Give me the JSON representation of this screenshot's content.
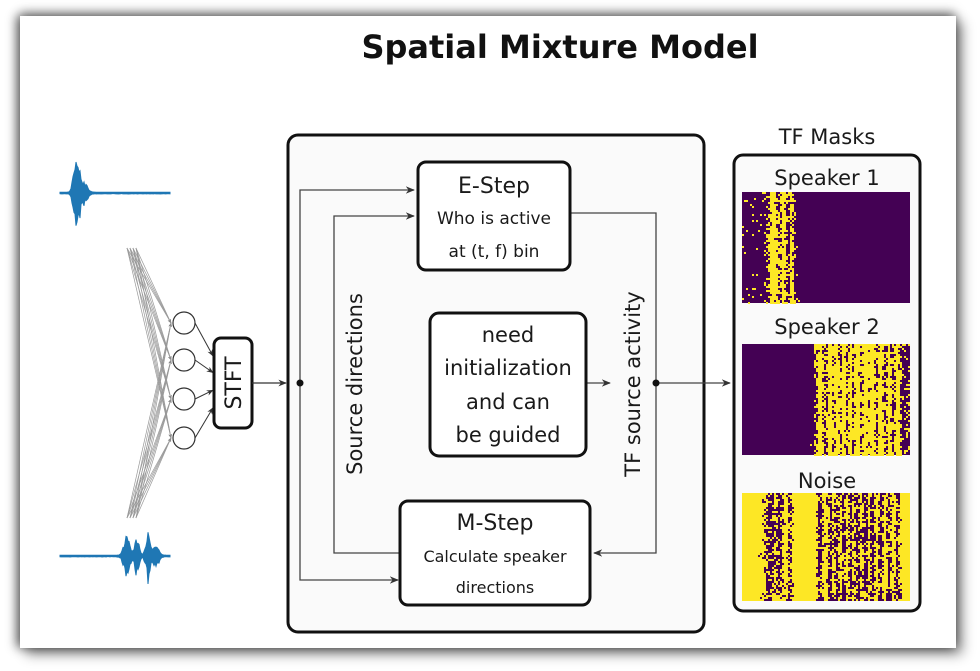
{
  "title": "Spatial Mixture Model",
  "input": {
    "waveforms": [
      "waveform-mic-1",
      "waveform-mic-2"
    ],
    "microphone_count": 4,
    "stft_label": "STFT"
  },
  "em_block": {
    "e_step": {
      "title": "E-Step",
      "line1": "Who is active",
      "line2": "at (t, f) bin"
    },
    "m_step": {
      "title": "M-Step",
      "line1": "Calculate speaker",
      "line2": "directions"
    },
    "note": {
      "line1": "need",
      "line2": "initialization",
      "line3": "and can",
      "line4": "be guided"
    },
    "left_label": "Source directions",
    "right_label": "TF source activity"
  },
  "masks": {
    "title": "TF Masks",
    "items": [
      {
        "label": "Speaker 1",
        "background": "#440154",
        "foreground": "#fde725"
      },
      {
        "label": "Speaker 2",
        "background": "#440154",
        "foreground": "#fde725"
      },
      {
        "label": "Noise",
        "background": "#fde725",
        "foreground": "#440154"
      }
    ]
  },
  "colors": {
    "waveform": "#1f77b4",
    "viridis_dark": "#440154",
    "viridis_yellow": "#fde725"
  }
}
